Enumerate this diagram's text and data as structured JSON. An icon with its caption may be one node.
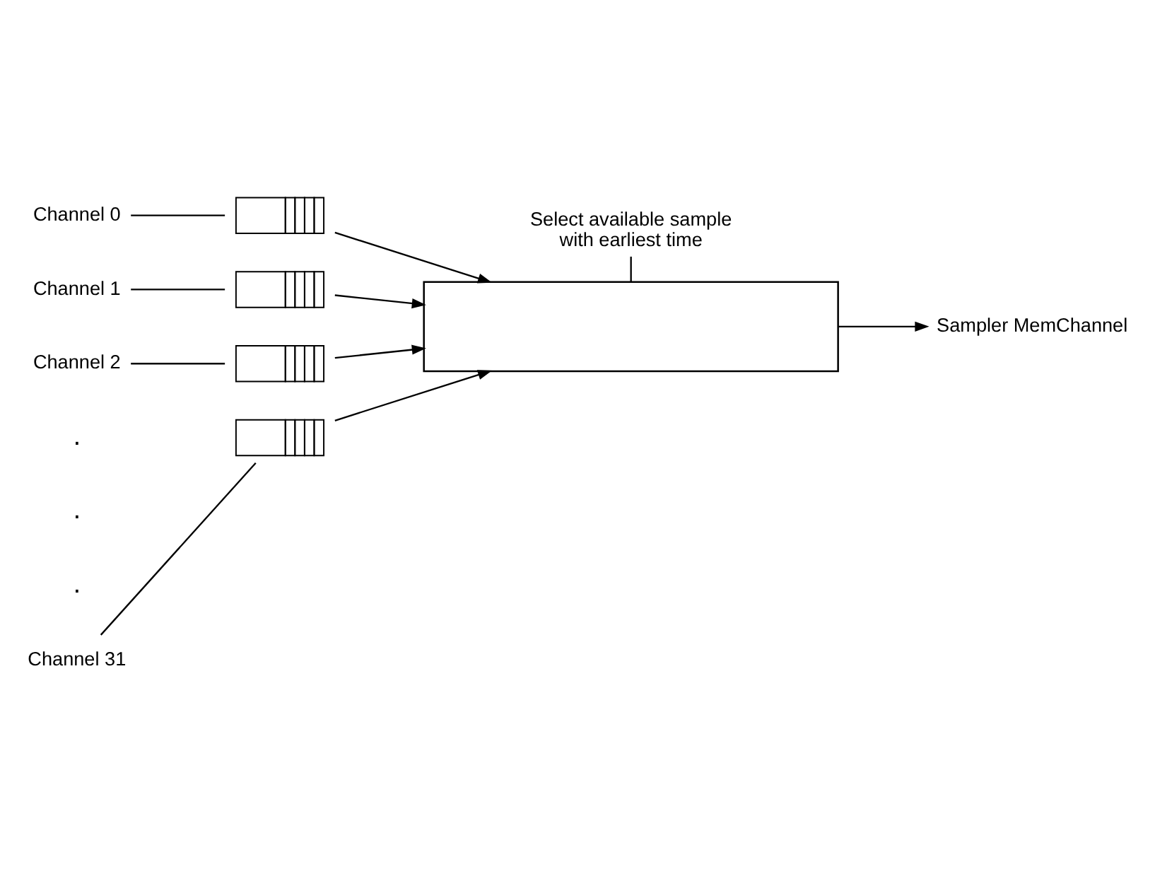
{
  "diagram": {
    "nodes": [
      {
        "text": [
          "Channel 0"
        ]
      },
      {
        "text": [
          "Channel 1"
        ]
      },
      {
        "text": [
          "Channel 2"
        ]
      },
      {
        "text": [
          "Channel 31"
        ]
      },
      {
        "text": [],
        "shape": "box"
      },
      {
        "text": [],
        "shape": "box"
      },
      {
        "text": [],
        "shape": "box"
      },
      {
        "text": [],
        "shape": "box"
      },
      {
        "text": [],
        "shape": "trapezoid"
      },
      {
        "text": [
          "Sampler MemChannel"
        ]
      },
      {
        "text": [
          "Select available sample with earliest time"
        ]
      }
    ],
    "edges": [
      {
        "from": 0,
        "to": 4,
        "arrow": "none"
      },
      {
        "from": 1,
        "to": 5,
        "arrow": "none"
      },
      {
        "from": 2,
        "to": 6,
        "arrow": "none"
      },
      {
        "from": 3,
        "to": 7,
        "arrow": "none"
      },
      {
        "from": 4,
        "to": 8,
        "arrow": "to"
      },
      {
        "from": 5,
        "to": 8,
        "arrow": "to"
      },
      {
        "from": 6,
        "to": 8,
        "arrow": "to"
      },
      {
        "from": 7,
        "to": 8,
        "arrow": "to"
      },
      {
        "from": 8,
        "to": 9,
        "arrow": "to"
      },
      {
        "from": 10,
        "to": 8,
        "arrow": "none"
      }
    ],
    "labels": [
      ".",
      ".",
      "."
    ]
  }
}
